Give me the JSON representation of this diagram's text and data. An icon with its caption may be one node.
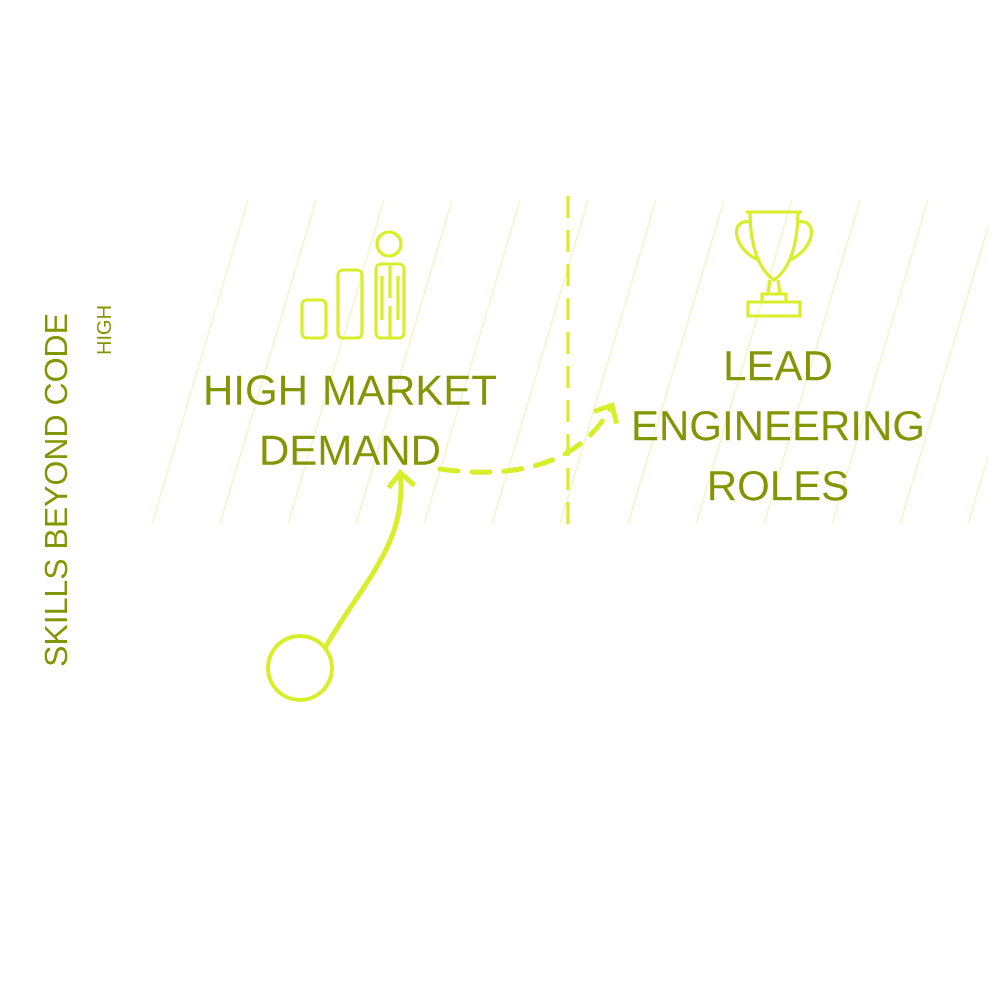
{
  "diagram": {
    "nodes": [
      {
        "text": [
          "HIGH MARKET DEMAND"
        ]
      },
      {
        "text": [
          "LEAD ENGINEERING ROLES"
        ]
      },
      {
        "text": [],
        "shape": "circle"
      }
    ],
    "edges": [
      {
        "from": 2,
        "to": 0,
        "arrow": "to"
      },
      {
        "from": 0,
        "to": 1,
        "arrow": "to",
        "style": "dashed"
      }
    ],
    "labels": [
      "SKILLS BEYOND CODE",
      "HIGH"
    ]
  }
}
